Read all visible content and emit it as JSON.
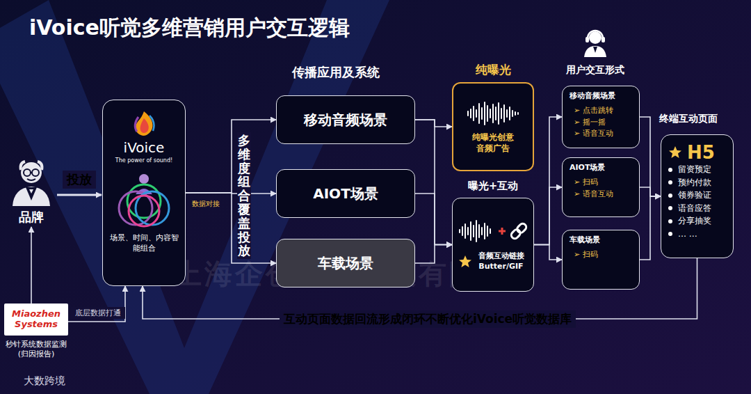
{
  "diagram": {
    "title": "iVoice听觉多维营销用户交互逻辑",
    "nodes": [
      {
        "text": [
          "品牌"
        ]
      },
      {
        "text": [
          "iVoice",
          "The power of sound!",
          "场景、时间、内容智能组合"
        ]
      },
      {
        "text": [
          "移动音频场景"
        ]
      },
      {
        "text": [
          "AIOT场景"
        ]
      },
      {
        "text": [
          "车载场景"
        ]
      },
      {
        "text": [
          "纯曝光",
          "纯曝光创意 音频广告"
        ]
      },
      {
        "text": [
          "曝光+互动",
          "音频互动链接 Butter/GIF"
        ]
      },
      {
        "text": [
          "移动音频场景",
          "➢ 点击跳转",
          "➢ 摇一摇",
          "➢ 语音互动"
        ]
      },
      {
        "text": [
          "AIOT场景",
          "➢ 扫码",
          "➢ 语音互动"
        ]
      },
      {
        "text": [
          "车载场景",
          "➢ 扫码"
        ]
      },
      {
        "text": [
          "H5",
          "留资预定",
          "预约付款",
          "领券验证",
          "语音应答",
          "分享抽奖",
          "… …"
        ]
      },
      {
        "text": [
          "Miaozhen Systems",
          "秒针系统数据监测 (归因报告)"
        ]
      }
    ],
    "edges": [
      {
        "from": 0,
        "to": 1,
        "label": "投放",
        "arrow": "to"
      },
      {
        "from": 1,
        "to": 2,
        "arrow": "to"
      },
      {
        "from": 1,
        "to": 3,
        "arrow": "to"
      },
      {
        "from": 1,
        "to": 4,
        "arrow": "to"
      },
      {
        "from": 2,
        "to": 5,
        "arrow": "to"
      },
      {
        "from": 2,
        "to": 6,
        "arrow": "to"
      },
      {
        "from": 3,
        "to": 6,
        "arrow": "to"
      },
      {
        "from": 4,
        "to": 6,
        "arrow": "to"
      },
      {
        "from": 6,
        "to": 7,
        "arrow": "to"
      },
      {
        "from": 6,
        "to": 8,
        "arrow": "to"
      },
      {
        "from": 6,
        "to": 9,
        "arrow": "to"
      },
      {
        "from": 7,
        "to": 10,
        "arrow": "to"
      },
      {
        "from": 8,
        "to": 10,
        "arrow": "to"
      },
      {
        "from": 9,
        "to": 10,
        "arrow": "to"
      },
      {
        "from": 10,
        "to": 1,
        "label": "互动页面数据回流形成闭环不断优化iVoice听觉数据库",
        "arrow": "to"
      },
      {
        "from": 11,
        "to": 0,
        "arrow": "to"
      },
      {
        "from": 11,
        "to": 1,
        "label": "底层数据打通",
        "arrow": "to"
      }
    ],
    "labels": [
      "传播应用及系统",
      "用户交互形式",
      "终端互动页面",
      "数据对接",
      "多维度组合覆盖投放",
      "上海企创信息科技有限公司",
      "大数跨境"
    ]
  }
}
